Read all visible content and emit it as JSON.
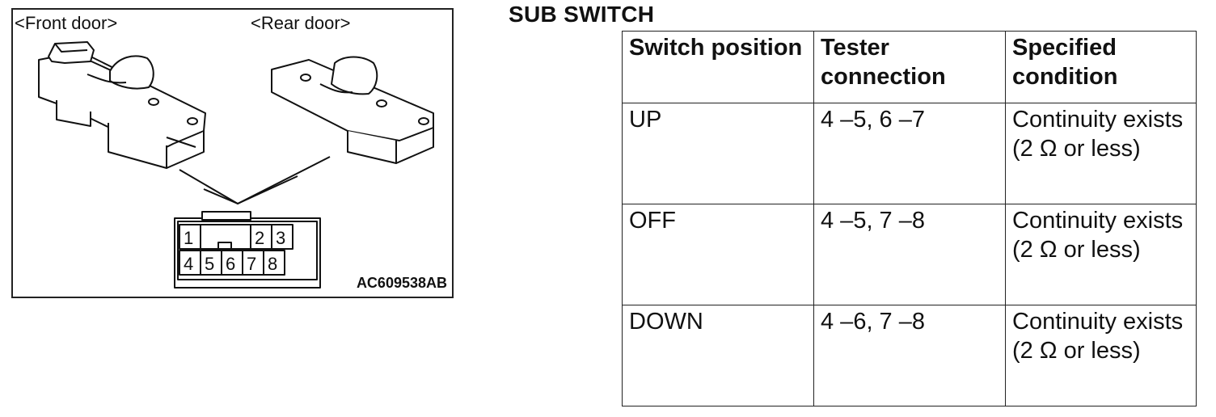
{
  "figure": {
    "front_label": "<Front door>",
    "rear_label": "<Rear door>",
    "code": "AC609538AB",
    "connector_pins_top": [
      "1",
      "2",
      "3"
    ],
    "connector_pins_bottom": [
      "4",
      "5",
      "6",
      "7",
      "8"
    ]
  },
  "section_title": "SUB SWITCH",
  "table": {
    "headers": [
      "Switch position",
      "Tester connection",
      "Specified condition"
    ],
    "rows": [
      {
        "position": "UP",
        "connection": "4 –5, 6 –7",
        "condition": "Continuity exists (2 Ω or less)"
      },
      {
        "position": "OFF",
        "connection": "4 –5, 7 –8",
        "condition": "Continuity exists (2 Ω or less)"
      },
      {
        "position": "DOWN",
        "connection": "4 –6, 7 –8",
        "condition": "Continuity exists (2 Ω or less)"
      }
    ]
  }
}
